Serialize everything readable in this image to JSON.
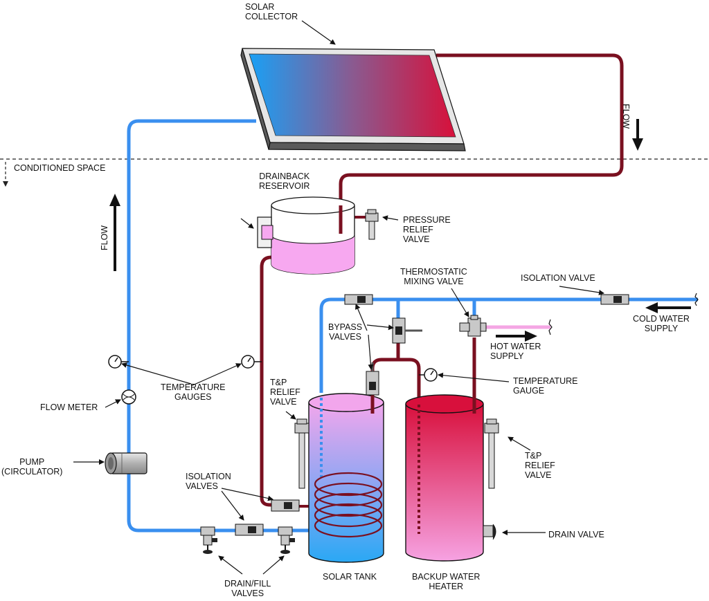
{
  "labels": {
    "solar_collector": "SOLAR\nCOLLECTOR",
    "conditioned_space": "CONDITIONED SPACE",
    "flow": "FLOW",
    "drainback_reservoir": "DRAINBACK\nRESERVOIR",
    "pressure_relief_valve": "PRESSURE\nRELIEF\nVALVE",
    "thermostatic_mixing_valve": "THERMOSTATIC\nMIXING VALVE",
    "isolation_valve": "ISOLATION VALVE",
    "cold_water_supply": "COLD WATER\nSUPPLY",
    "bypass_valves": "BYPASS\nVALVES",
    "hot_water_supply": "HOT WATER\nSUPPLY",
    "temperature_gauges": "TEMPERATURE\nGAUGES",
    "temperature_gauge": "TEMPERATURE\nGAUGE",
    "flow_meter": "FLOW METER",
    "tp_relief_valve_left": "T&P\nRELIEF\nVALVE",
    "tp_relief_valve_right": "T&P\nRELIEF\nVALVE",
    "pump": "PUMP\n(CIRCULATOR)",
    "isolation_valves": "ISOLATION\nVALVES",
    "drain_valve": "DRAIN VALVE",
    "drain_fill_valves": "DRAIN/FILL\nVALVES",
    "solar_tank": "SOLAR TANK",
    "backup_water_heater": "BACKUP WATER\nHEATER"
  },
  "colors": {
    "cold_pipe": "#3a8fef",
    "hot_pipe": "#7a1020",
    "hot_supply": "#f4a6e4",
    "collector_frame": "#5a5a5a",
    "collector_cold": "#2a9ff2",
    "collector_hot": "#d0103a",
    "reservoir_fluid": "#f7a8f0",
    "solar_tank_top": "#f0a8ec",
    "solar_tank_bottom": "#2aa8f4",
    "heater_top": "#d8103c",
    "heater_bottom": "#f4a0e0",
    "valve_gray": "#c8c8c8"
  }
}
